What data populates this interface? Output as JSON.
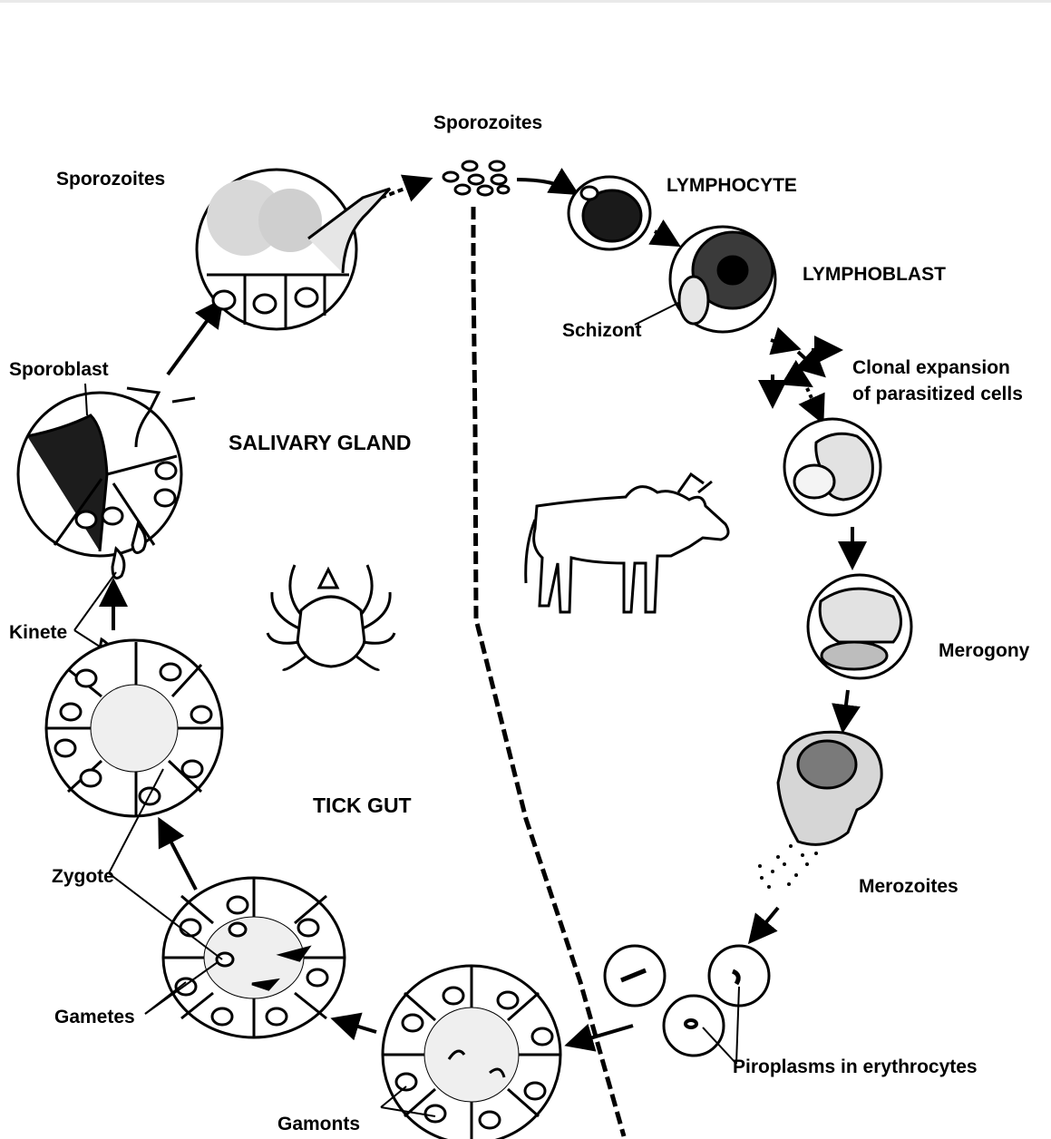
{
  "labels": {
    "sporozoites_top": "Sporozoites",
    "sporozoites_gland": "Sporozoites",
    "lymphocyte": "LYMPHOCYTE",
    "lymphoblast": "LYMPHOBLAST",
    "schizont": "Schizont",
    "sporoblast": "Sporoblast",
    "clonal_line1": "Clonal expansion",
    "clonal_line2": "of parasitized cells",
    "salivary_gland": "SALIVARY GLAND",
    "kinete": "Kinete",
    "merogony": "Merogony",
    "tick_gut": "TICK GUT",
    "zygote": "Zygote",
    "merozoites": "Merozoites",
    "gametes": "Gametes",
    "piroplasms": "Piroplasms in erythrocytes",
    "gamonts": "Gamonts"
  },
  "colors": {
    "ink": "#000000",
    "background": "#ffffff"
  }
}
